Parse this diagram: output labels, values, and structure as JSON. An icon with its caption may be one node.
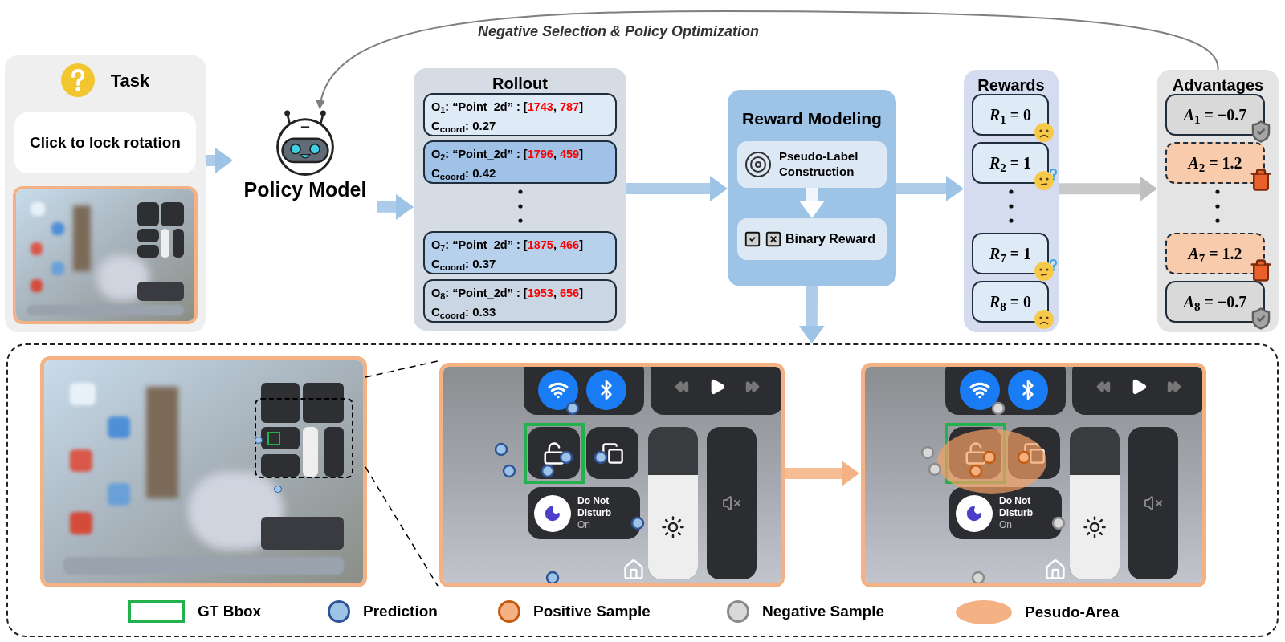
{
  "diagram": {
    "nodes": [
      {
        "text": [
          "Task"
        ]
      },
      {
        "text": [
          "Click to lock rotation"
        ],
        "in": 0
      },
      {
        "text": [],
        "shape": "picture",
        "in": 0
      },
      {
        "text": [
          "Policy Model"
        ]
      },
      {
        "text": [
          "Rollout"
        ]
      },
      {
        "text": [
          "O$_{1}$: “Point_2d” : [**1743**, **787**]",
          "C$_{coord}$: 0.27"
        ],
        "in": 4
      },
      {
        "text": [
          "O$_{2}$: “Point_2d” : [**1796**, **459**]",
          "C$_{coord}$: 0.42"
        ],
        "in": 4
      },
      {
        "text": [
          "O$_{7}$: “Point_2d” : [**1875**, **466**]",
          "C$_{coord}$: 0.37"
        ],
        "in": 4
      },
      {
        "text": [
          "O$_{8}$: “Point_2d” : [**1953**, **656**]",
          "C$_{coord}$: 0.33"
        ],
        "in": 4
      },
      {
        "text": [
          "Reward Modeling"
        ]
      },
      {
        "text": [
          "Pseudo-Label Construction"
        ],
        "in": 9
      },
      {
        "text": [
          "Binary Reward"
        ],
        "in": 9
      },
      {
        "text": [
          "Rewards"
        ]
      },
      {
        "text": [
          "*R*$_{1}$ = 0"
        ],
        "in": 12
      },
      {
        "text": [
          "*R*$_{2}$ = 1"
        ],
        "in": 12
      },
      {
        "text": [
          "*R*$_{7}$ = 1"
        ],
        "in": 12
      },
      {
        "text": [
          "*R*$_{8}$ = 0"
        ],
        "in": 12
      },
      {
        "text": [
          "Advantages"
        ]
      },
      {
        "text": [
          "*A*$_{1}$ = −0.7"
        ],
        "in": 17
      },
      {
        "text": [
          "*A*$_{2}$ = 1.2"
        ],
        "in": 17
      },
      {
        "text": [
          "*A*$_{7}$ = 1.2"
        ],
        "in": 17
      },
      {
        "text": [
          "*A*$_{8}$ = −0.7"
        ],
        "in": 17
      },
      {
        "text": [],
        "shape": "box"
      },
      {
        "text": [],
        "shape": "picture",
        "in": 22
      },
      {
        "text": [],
        "shape": "picture",
        "in": 22
      },
      {
        "text": [],
        "shape": "picture",
        "in": 22
      }
    ],
    "edges": [
      {
        "from": 0,
        "to": 3,
        "arrow": "to"
      },
      {
        "from": 3,
        "to": 4,
        "arrow": "to"
      },
      {
        "from": 4,
        "to": 9,
        "arrow": "to"
      },
      {
        "from": 9,
        "to": 12,
        "arrow": "to"
      },
      {
        "from": 12,
        "to": 17,
        "arrow": "to",
        "color": "#bfbfbf"
      },
      {
        "from": 10,
        "to": 11,
        "arrow": "to",
        "color": "#ffffff"
      },
      {
        "from": 9,
        "to": 22,
        "arrow": "to"
      },
      {
        "from": 17,
        "to": 3,
        "arrow": "to",
        "label": "Negative Selection & Policy Optimization",
        "color": "#7f7f7f"
      },
      {
        "from": 23,
        "to": 24,
        "arrow": "none",
        "style": "dashed",
        "color": "#000000"
      },
      {
        "from": 23,
        "to": 24,
        "arrow": "none",
        "style": "dashed",
        "color": "#000000"
      },
      {
        "from": 24,
        "to": 25,
        "arrow": "to",
        "color": "#f4b183"
      }
    ],
    "labels": [
      "Do Not Disturb",
      "On",
      "Do Not Disturb",
      "On"
    ],
    "legend": [
      {
        "text": "GT Bbox"
      },
      {
        "text": "Prediction",
        "color": "#9dc3e6"
      },
      {
        "text": "Positive Sample",
        "color": "#f4b183"
      },
      {
        "text": "Negative Sample",
        "color": "#d9d9d9"
      },
      {
        "text": "Pesudo-Area",
        "color": "#f4b183"
      }
    ]
  }
}
